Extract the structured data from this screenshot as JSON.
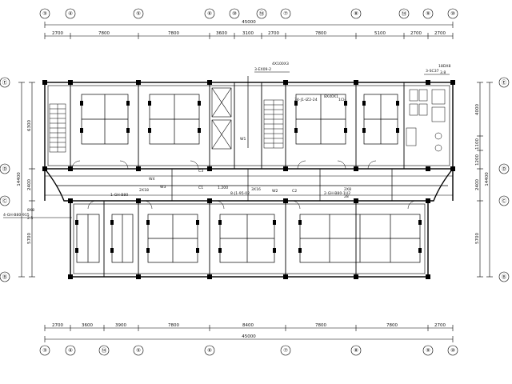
{
  "columns_top": [
    "③",
    "④",
    "⑤",
    "⑥",
    "⑩",
    "⑱",
    "⑦",
    "⑧",
    "⑭",
    "⑨",
    "⑩"
  ],
  "columns_bottom": [
    "③",
    "④",
    "⑭",
    "⑤",
    "⑥",
    "⑦",
    "⑧",
    "⑨",
    "⑩"
  ],
  "rows_left": [
    "Ⓔ",
    "Ⓓ",
    "Ⓒ",
    "Ⓑ"
  ],
  "rows_right": [
    "Ⓔ",
    "Ⓓ",
    "Ⓒ",
    "Ⓑ"
  ],
  "top_dims": [
    "2700",
    "7800",
    "7800",
    "3600",
    "3100",
    "2700",
    "7800",
    "5100",
    "2700",
    "2700"
  ],
  "top_total": "45000",
  "bottom_dims": [
    "2700",
    "3600",
    "3900",
    "7800",
    "8400",
    "7800",
    "7800",
    "2700"
  ],
  "bottom_total": "45000",
  "left_dims": [
    "6300",
    "2400",
    "5700"
  ],
  "left_total": "14400",
  "right_dims": [
    "4000",
    "1100",
    "1200",
    "2400",
    "5700"
  ],
  "right_total": "14400",
  "annotations": {
    "a1": "3-EX09-2",
    "a2": "4X100X3",
    "a3": "3-SC37",
    "a4": "18DX8",
    "a5": "3.8",
    "a6": "34-J1-IZ2-24",
    "a7": "8X40X1",
    "a8": "1CH",
    "a9": "4-GH-B80-915",
    "a10": "8X8",
    "a11": "2.5",
    "a12": "1-GH-B80",
    "a13": "2X18",
    "a14": "2-GH-B80-1U2",
    "a15": "2X8",
    "a16": "28",
    "a17": "8-J1-95-02",
    "a18": "1.200",
    "a19": "3X16",
    "a20": "W1",
    "a21": "W2",
    "a22": "W3",
    "a23": "W4",
    "a24": "C1",
    "a25": "C2",
    "a26": "C3"
  }
}
